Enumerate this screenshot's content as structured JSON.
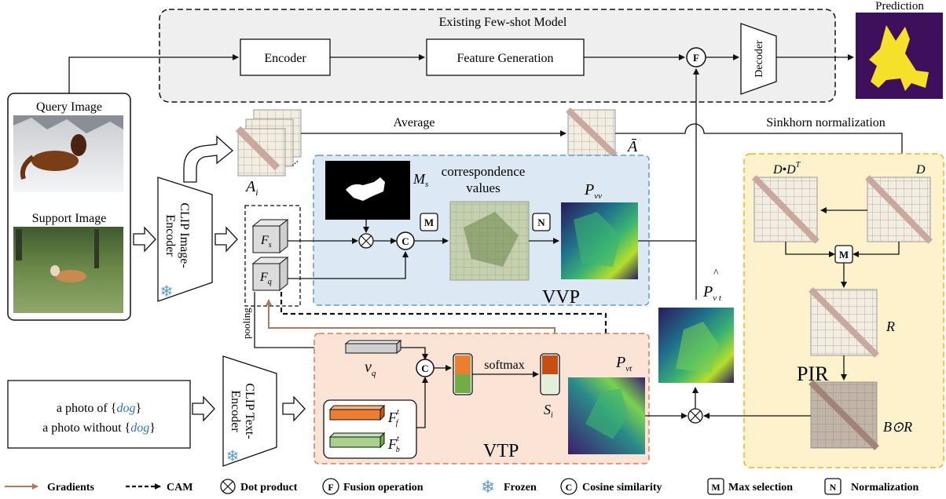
{
  "diagram": {
    "existing_model": {
      "title": "Existing Few-shot Model",
      "encoder": "Encoder",
      "feature_generation": "Feature Generation",
      "fusion": "F",
      "decoder": "Decoder"
    },
    "prediction": {
      "label": "Prediction"
    },
    "inputs": {
      "query_label": "Query Image",
      "support_label": "Support Image",
      "text_prefix_1": "a photo of {",
      "text_prefix_2": "a photo without {",
      "class_word": "dog",
      "text_suffix": "}"
    },
    "clip_image_encoder": {
      "line1": "CLIP Image-",
      "line2": "Encoder"
    },
    "clip_text_encoder": {
      "line1": "CLIP Text-",
      "line2": "Encoder"
    },
    "attention": {
      "average": "Average",
      "sinkhorn": "Sinkhorn normalization",
      "a_i": "A",
      "a_i_sub": "i",
      "a_bar": "Ā"
    },
    "features": {
      "f_s": "F",
      "f_s_sub": "s",
      "f_q": "F",
      "f_q_sub": "q",
      "pooling": "pooling"
    },
    "vvp": {
      "label": "VVP",
      "mask": "M",
      "mask_sub": "s",
      "corr_line1": "correspondence",
      "corr_line2": "values",
      "p_vv": "P",
      "p_vv_sub": "vv",
      "c": "C",
      "m": "M",
      "n": "N"
    },
    "vtp": {
      "label": "VTP",
      "v_q": "v",
      "v_q_sub": "q",
      "softmax": "softmax",
      "s_i": "S",
      "s_i_sub": "i",
      "f_f": "F",
      "f_f_sup": "t",
      "f_f_sub": "f",
      "f_b": "F",
      "f_b_sup": "t",
      "f_b_sub": "b",
      "p_vt": "P",
      "p_vt_sub": "vt",
      "c": "C"
    },
    "pir": {
      "label": "PIR",
      "d_dt": "D•D",
      "d_dt_sup": "T",
      "d": "D",
      "r": "R",
      "b_r": "B⊙R",
      "m": "M",
      "p_hat": "P",
      "p_hat_sub": "v t",
      "p_hat_mark": "^"
    }
  },
  "legend": {
    "gradients": "Gradients",
    "cam": "CAM",
    "dot_product": "Dot product",
    "fusion": "Fusion operation",
    "fusion_symbol": "F",
    "frozen": "Frozen",
    "cosine": "Cosine similarity",
    "cosine_symbol": "C",
    "max": "Max selection",
    "max_symbol": "M",
    "norm": "Normalization",
    "norm_symbol": "N"
  },
  "colors": {
    "vvp_bg": "#dde8f5",
    "vvp_border": "#5b9bd5",
    "vtp_bg": "#fbe3d6",
    "vtp_border": "#e07b52",
    "pir_bg": "#fdf2cc",
    "pir_border": "#f0b429",
    "grad": "#b07a5a",
    "text_blue": "#2e75b6",
    "orange": "#ed7d31",
    "green": "#70ad47"
  }
}
